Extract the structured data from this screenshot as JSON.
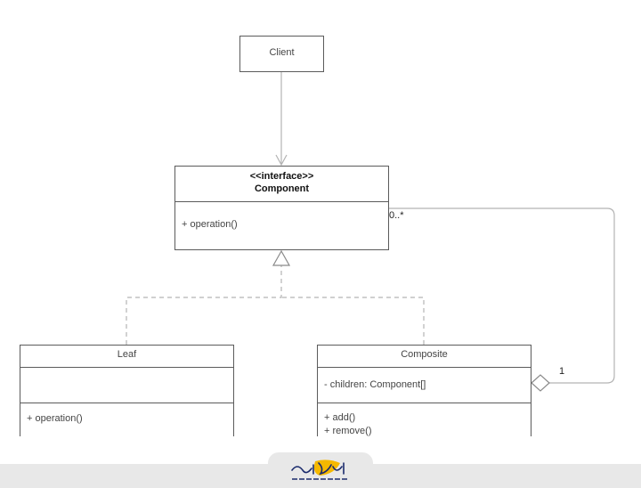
{
  "client": {
    "name": "Client"
  },
  "component": {
    "stereotype": "<<interface>>",
    "name": "Component",
    "operations": [
      "+ operation()"
    ]
  },
  "leaf": {
    "name": "Leaf",
    "operations": [
      "+ operation()"
    ]
  },
  "composite": {
    "name": "Composite",
    "attributes": [
      "- children: Component[]"
    ],
    "operations": [
      "+ add()",
      "+ remove()"
    ]
  },
  "aggregation": {
    "multiplicity_component": "0..*",
    "multiplicity_composite": "1"
  },
  "colors": {
    "box_border": "#5b5b5b",
    "arrow": "#b3b3b3",
    "footer": "#e8e8e8",
    "logo_accent": "#f5b800",
    "logo_ink": "#1a2a6c"
  }
}
